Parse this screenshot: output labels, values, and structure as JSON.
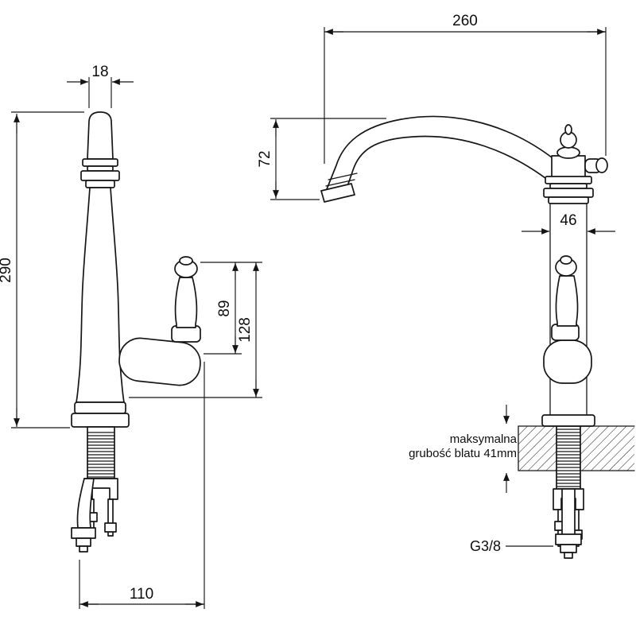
{
  "drawing": {
    "front_view": {
      "dim_spout_width": "18",
      "dim_total_height": "290",
      "dim_handle_height": "89",
      "dim_handle_span": "128",
      "dim_base_width": "110"
    },
    "side_view": {
      "dim_spout_reach": "260",
      "dim_spout_drop": "72",
      "dim_body_diameter": "46",
      "note_line1": "maksymalna",
      "note_line2": "grubość blatu 41mm",
      "thread_label": "G3/8"
    },
    "colors": {
      "line": "#161616",
      "background": "#ffffff"
    }
  }
}
